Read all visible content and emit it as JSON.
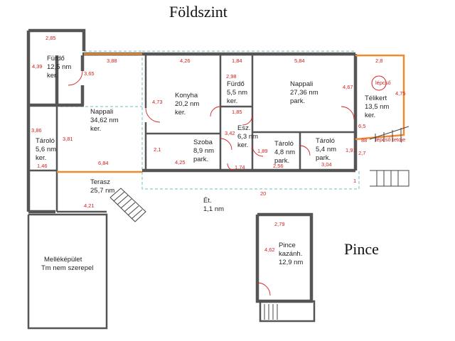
{
  "titles": {
    "ground_floor": "Földszint",
    "basement": "Pince"
  },
  "colors": {
    "wall": "#555555",
    "terrace_wall": "#f08a30",
    "dimension_text": "#d42020",
    "dashed_outline": "#6fbfbf"
  },
  "rooms": {
    "furdo_1": {
      "name": "Fürdő",
      "area": "12,5 nm",
      "floor": "ker."
    },
    "nappali_1": {
      "name": "Nappali",
      "area": "34,62 nm",
      "floor": "ker."
    },
    "konyha": {
      "name": "Konyha",
      "area": "20,2 nm",
      "floor": "ker."
    },
    "furdo_2": {
      "name": "Fürdő",
      "area": "5,5 nm",
      "floor": "ker."
    },
    "nappali_2": {
      "name": "Nappali",
      "area": "27,36 nm",
      "floor": "park."
    },
    "telikert": {
      "name": "Télikert",
      "area": "13,5 nm",
      "floor": "ker."
    },
    "taro_1": {
      "name": "Tároló",
      "area": "5,6 nm",
      "floor": "ker."
    },
    "eszak": {
      "name": "Esz.",
      "area": "6,3 nm",
      "floor": "ker."
    },
    "szoba": {
      "name": "Szoba",
      "area": "8,9 nm",
      "floor": "park."
    },
    "taro_2": {
      "name": "Tároló",
      "area": "4,8 nm",
      "floor": "park."
    },
    "taro_3": {
      "name": "Tároló",
      "area": "5,4 nm",
      "floor": "park."
    },
    "terasz": {
      "name": "Terasz",
      "area": "25,7 nm"
    },
    "et": {
      "name": "Ét.",
      "area": "1,1 nm"
    },
    "melleképulet": {
      "name": "Melléképület",
      "note": "Tm nem szerepel"
    },
    "pince": {
      "name": "Pince",
      "sub": "kazánh.",
      "area": "12,9 nm"
    }
  },
  "dimensions": {
    "d2_85": "2,85",
    "d4_39": "4,39",
    "d3_65": "3,65",
    "d3_88": "3,88",
    "d4_26": "4,26",
    "d1_84": "1,84",
    "d5_84": "5,84",
    "d2_8": "2,8",
    "d2_98": "2,98",
    "d4_73": "4,73",
    "d4_67": "4,67",
    "d4_75": "4,75",
    "d3_86": "3,86",
    "d3_81": "3,81",
    "d1_85": "1,85",
    "d3_42": "3,42",
    "d6_5": "6,5",
    "d2_1": "2,1",
    "d4_25": "4,25",
    "d1_89": "1,89",
    "d1_91": "1,91",
    "d2_7": "2,7",
    "d1_46": "1,46",
    "d6_84": "6,84",
    "d1_74": "1,74",
    "d2_56": "2,56",
    "d3_04": "3,04",
    "d20": "20",
    "d1": "1",
    "d4_21": "4,21",
    "d2_79": "2,79",
    "d4_62": "4,62",
    "d88": "88"
  },
  "annotations": {
    "lepcso": "lépcső",
    "lepcso_tag": "lépcső tetoje"
  }
}
